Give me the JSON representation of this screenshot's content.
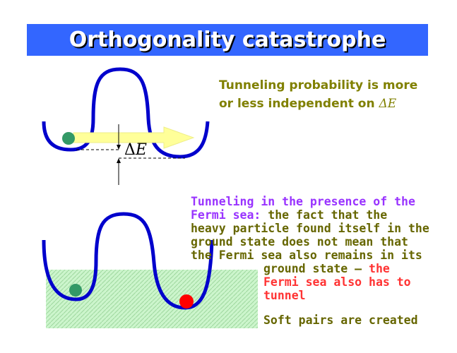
{
  "title": "Orthogonality catastrophe",
  "text1": {
    "line1": "Tunneling probability is more",
    "line2_prefix": "or less independent on ",
    "delta_symbol": "Δ",
    "energy_symbol": "E"
  },
  "diagram_label": {
    "delta_symbol": "Δ",
    "energy_symbol": "E"
  },
  "text2": {
    "purple_part1": "Tunneling in the presence of the",
    "purple_part2": "Fermi sea:",
    "line2_rest": " the fact that the",
    "line3": "heavy particle found itself in the",
    "line4": "ground state does not mean that",
    "line5": "the Fermi sea also remains in its",
    "line6_prefix": "ground state – ",
    "line6_red": "the",
    "line7_red": "Fermi sea also has to",
    "line8_red": "tunnel"
  },
  "text3": "Soft pairs are created",
  "colors": {
    "title_bg": "#3366ff",
    "well": "#0000cc",
    "green_particle": "#339966",
    "red_particle": "#ff0000",
    "arrow": "#ffff99",
    "fermi_sea": "#ccffcc",
    "olive_text": "#808000",
    "purple_text": "#9933ff",
    "red_text": "#ff3333"
  }
}
